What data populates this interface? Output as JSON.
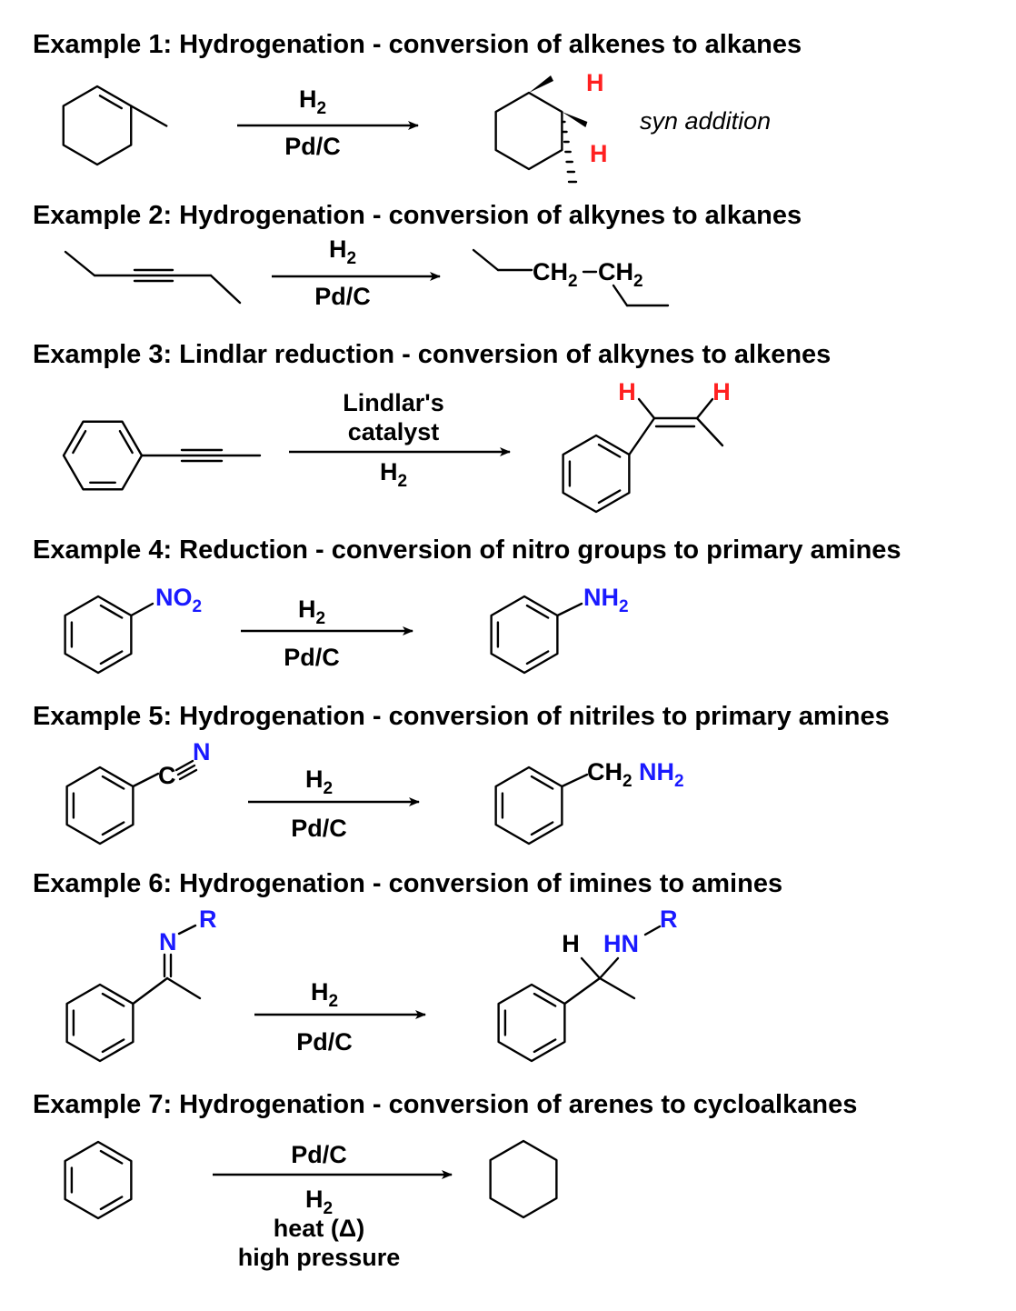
{
  "colors": {
    "hydrogen": "#ff2020",
    "nitrogen": "#1a1aff",
    "ink": "#000000"
  },
  "examples": [
    {
      "title": "Example 1: Hydrogenation - conversion of alkenes to alkanes",
      "reagents_above": [
        "H2"
      ],
      "reagents_below": [
        "Pd/C"
      ],
      "product_labels": [
        "H",
        "H"
      ],
      "note": "syn addition"
    },
    {
      "title": "Example 2: Hydrogenation - conversion of alkynes to alkanes",
      "reagents_above": [
        "H2"
      ],
      "reagents_below": [
        "Pd/C"
      ],
      "product_labels": [
        "CH2",
        "CH2"
      ]
    },
    {
      "title": "Example 3: Lindlar reduction - conversion of alkynes to alkenes",
      "reagents_above": [
        "Lindlar's",
        "catalyst"
      ],
      "reagents_below": [
        "H2"
      ],
      "product_labels": [
        "H",
        "H"
      ]
    },
    {
      "title": "Example 4: Reduction - conversion of nitro groups to primary amines",
      "reagents_above": [
        "H2"
      ],
      "reagents_below": [
        "Pd/C"
      ],
      "reactant_labels": [
        "NO2"
      ],
      "product_labels": [
        "NH2"
      ]
    },
    {
      "title": "Example 5: Hydrogenation - conversion of nitriles to primary amines",
      "reagents_above": [
        "H2"
      ],
      "reagents_below": [
        "Pd/C"
      ],
      "reactant_labels": [
        "C",
        "N"
      ],
      "product_labels": [
        "CH2",
        "NH2"
      ]
    },
    {
      "title": "Example 6: Hydrogenation - conversion of imines to amines",
      "reagents_above": [
        "H2"
      ],
      "reagents_below": [
        "Pd/C"
      ],
      "reactant_labels": [
        "N",
        "R"
      ],
      "product_labels": [
        "H",
        "HN",
        "R"
      ]
    },
    {
      "title": "Example 7: Hydrogenation - conversion of arenes to cycloalkanes",
      "reagents_above": [
        "Pd/C"
      ],
      "reagents_below": [
        "H2",
        "heat (Δ)",
        "high pressure"
      ]
    }
  ]
}
